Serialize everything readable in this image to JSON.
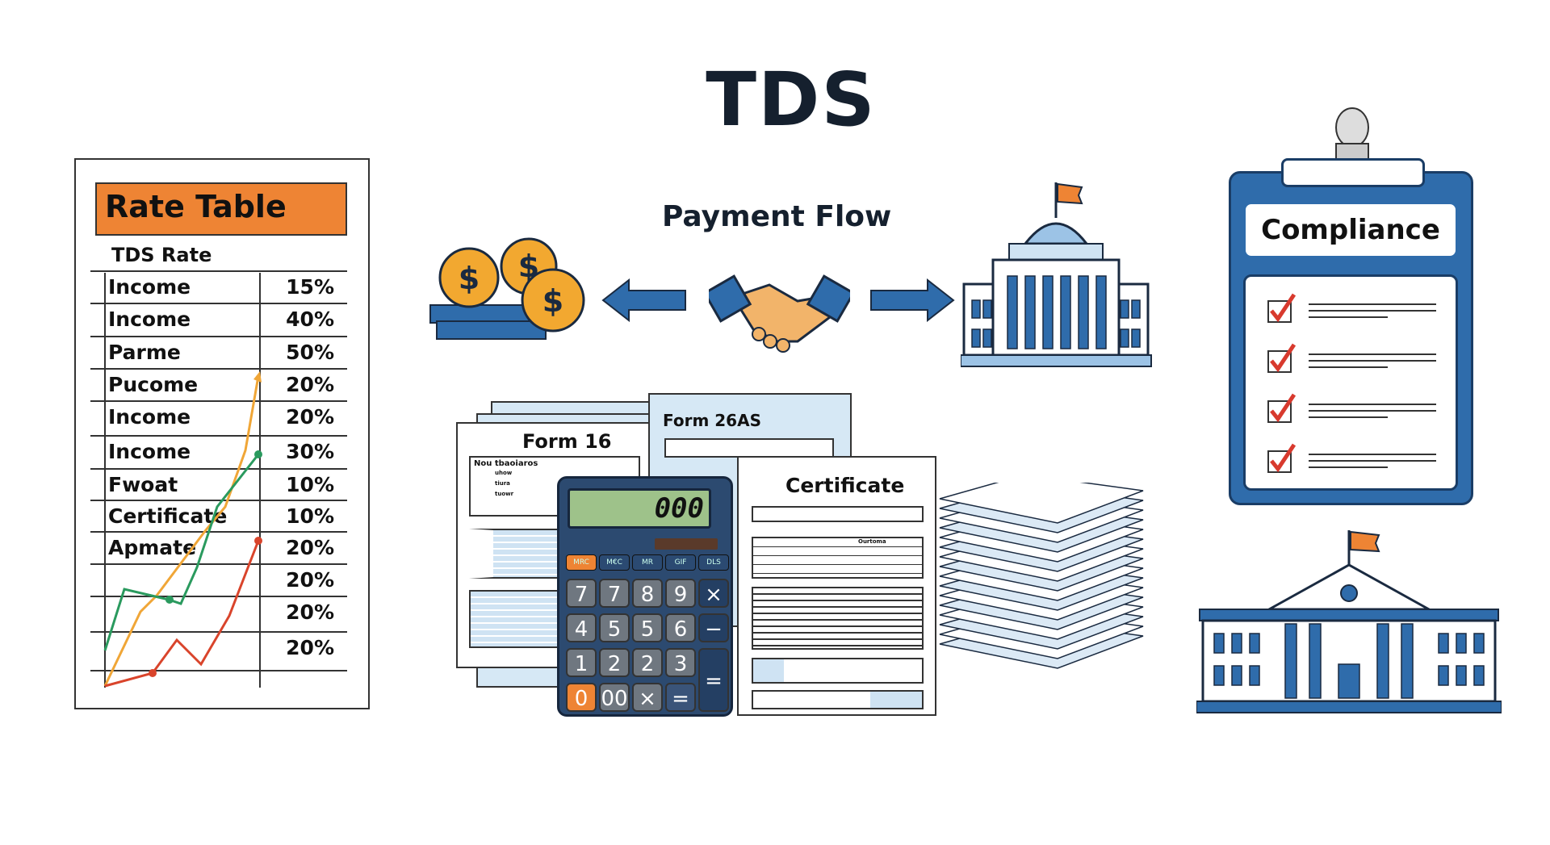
{
  "title": "TDS",
  "rate_table": {
    "header": "Rate Table",
    "subheader": "TDS Rate",
    "rows": [
      {
        "name": "Income",
        "rate": "15%"
      },
      {
        "name": "Income",
        "rate": "40%"
      },
      {
        "name": "Parme",
        "rate": "50%"
      },
      {
        "name": "Pucome",
        "rate": "20%"
      },
      {
        "name": "Income",
        "rate": "20%"
      },
      {
        "name": "Income",
        "rate": "30%"
      },
      {
        "name": "Fwoat",
        "rate": "10%"
      },
      {
        "name": "Certificate",
        "rate": "10%"
      },
      {
        "name": "Apmate",
        "rate": "20%"
      },
      {
        "name": "",
        "rate": "20%"
      },
      {
        "name": "",
        "rate": "20%"
      },
      {
        "name": "",
        "rate": "20%"
      }
    ],
    "line_colors": [
      "#f0a637",
      "#2a9a5e",
      "#d9442b"
    ]
  },
  "payment_flow": {
    "label": "Payment Flow",
    "icons": [
      "coins-icon",
      "arrow-left-icon",
      "handshake-icon",
      "arrow-right-icon",
      "government-building-icon"
    ]
  },
  "documents": {
    "form16": {
      "title": "Form 16",
      "subtitle": "Nou tbaoiaros",
      "lines": [
        "uhow",
        "tiura",
        "tuowr"
      ]
    },
    "form26as": {
      "title": "Form 26AS"
    },
    "certificate": {
      "title": "Certificate",
      "cell": "Ourtoma"
    },
    "calculator": {
      "display": "000",
      "memory_keys": [
        "MRC",
        "M€C",
        "MR",
        "GIF",
        "DLS"
      ],
      "keys": [
        "7",
        "7",
        "8",
        "9",
        "×",
        "4",
        "5",
        "5",
        "6",
        "−",
        "1",
        "2",
        "2",
        "3",
        "=",
        "0",
        "00",
        "×",
        "="
      ]
    }
  },
  "compliance": {
    "title": "Compliance",
    "checks": 4
  },
  "colors": {
    "accent_orange": "#ee8434",
    "primary_blue": "#2f6cab",
    "light_blue": "#cfe3f3",
    "navy": "#15202e",
    "check_red": "#d83a2e"
  }
}
